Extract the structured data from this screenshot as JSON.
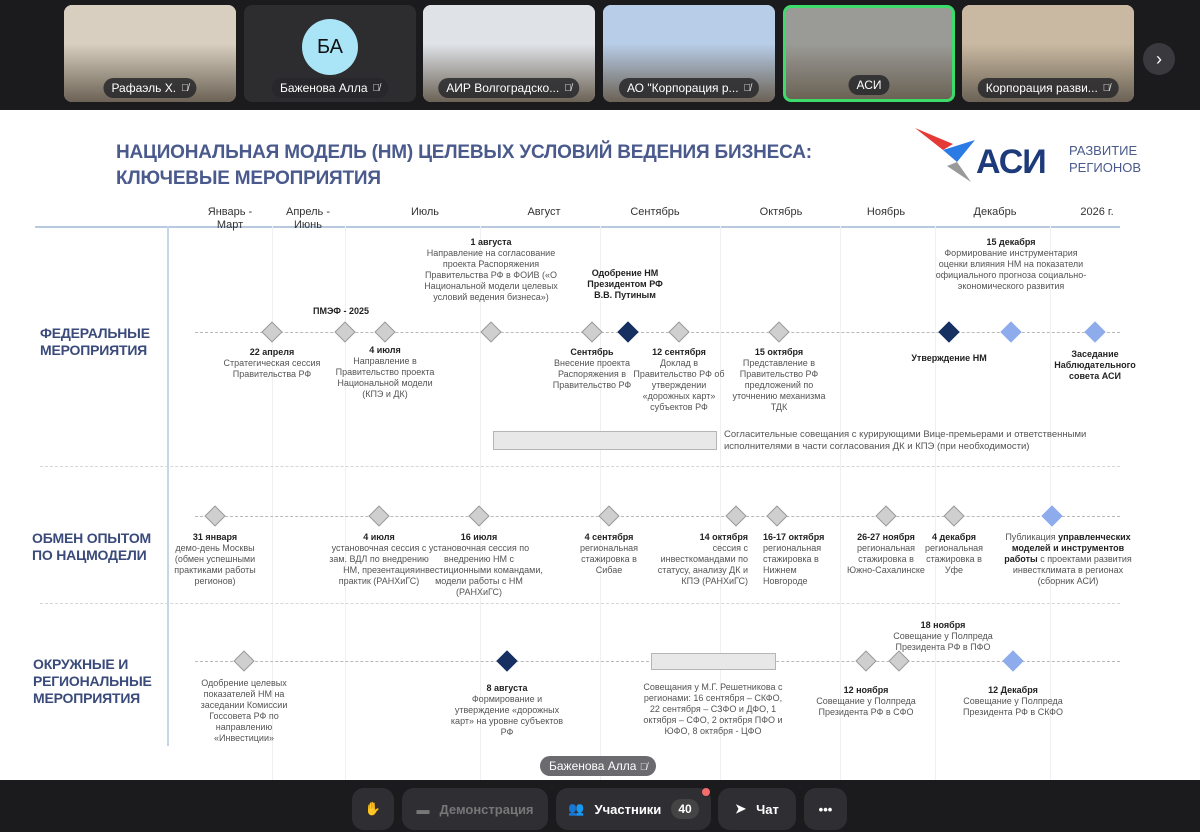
{
  "participants": [
    {
      "name": "Рафаэль Х.",
      "bg": "#d8cfc0"
    },
    {
      "name": "Баженова Алла",
      "initials": "БА",
      "bg": "#2d2d30"
    },
    {
      "name": "АИР Волгоградско...",
      "bg": "#dfe3e8"
    },
    {
      "name": "АО \"Корпорация р...",
      "bg": "#b8cde8"
    },
    {
      "name": "АСИ",
      "bg": "#9a9a96",
      "active": true
    },
    {
      "name": "Корпорация разви...",
      "bg": "#c9b9a2"
    }
  ],
  "next_icon": "chevron-right-icon",
  "slide": {
    "title_line1": "НАЦИОНАЛЬНАЯ МОДЕЛЬ (НМ) ЦЕЛЕВЫХ УСЛОВИЙ ВЕДЕНИЯ БИЗНЕСА:",
    "title_line2": "КЛЮЧЕВЫЕ МЕРОПРИЯТИЯ",
    "logo": {
      "name": "АСИ",
      "sub1": "РАЗВИТИЕ",
      "sub2": "РЕГИОНОВ"
    },
    "months": [
      "Январь -\nМарт",
      "Апрель -\nИюнь",
      "Июль",
      "Август",
      "Сентябрь",
      "Октябрь",
      "Ноябрь",
      "Декабрь",
      "2026 г."
    ],
    "rows": [
      "ФЕДЕРАЛЬНЫЕ\nМЕРОПРИЯТИЯ",
      "ОБМЕН ОПЫТОМ\nПО НАЦМОДЕЛИ",
      "ОКРУЖНЫЕ И\nРЕГИОНАЛЬНЫЕ\nМЕРОПРИЯТИЯ"
    ],
    "markers": [
      "gray",
      "gray",
      "gray",
      "gray",
      "gray",
      "dark",
      "gray",
      "gray",
      "dark",
      "light",
      "light",
      "gray",
      "gray",
      "gray",
      "gray",
      "gray",
      "gray",
      "gray",
      "gray",
      "light",
      "gray",
      "dark",
      "gray",
      "gray",
      "light"
    ],
    "events": [
      {
        "date": "",
        "text": "ПМЭФ - 2025",
        "bold": true
      },
      {
        "date": "1 августа",
        "text": "Направление на согласование проекта Распоряжения Правительства РФ в ФОИВ («О Национальной модели целевых условий ведения бизнеса»)"
      },
      {
        "date": "",
        "text": "Одобрение НМ Президентом РФ В.В. Путиным",
        "bold": true
      },
      {
        "date": "15 декабря",
        "text": "Формирование инструментария оценки влияния НМ на показатели официального прогноза социально-экономического развития"
      },
      {
        "date": "22 апреля",
        "text": "Стратегическая сессия Правительства РФ"
      },
      {
        "date": "4 июля",
        "text": "Направление в Правительство проекта Национальной модели (КПЭ и ДК)"
      },
      {
        "date": "Сентябрь",
        "text": "Внесение проекта Распоряжения в Правительство РФ"
      },
      {
        "date": "12 сентября",
        "text": "Доклад в Правительство РФ об утверждении «дорожных карт» субъектов РФ"
      },
      {
        "date": "15 октября",
        "text": "Представление в Правительство РФ предложений по уточнению механизма ТДК"
      },
      {
        "date": "",
        "text": "Утверждение НМ",
        "bold": true
      },
      {
        "date": "",
        "text": "Заседание Наблюдательного совета АСИ",
        "bold": true
      },
      {
        "date": "31 января",
        "text": "демо-день Москвы (обмен успешными практиками работы регионов)"
      },
      {
        "date": "4 июля",
        "text": "установочная сессия с зам. ВДЛ по внедрению НМ, презентация практик (РАНХиГС)"
      },
      {
        "date": "16 июля",
        "text": "установочная сессия по внедрению НМ с инвестиционными командами, модели работы с НМ (РАНХиГС)"
      },
      {
        "date": "4 сентября",
        "text": "региональная стажировка в Сибае"
      },
      {
        "date": "14 октября",
        "text": "сессия с инвесткомандами по статусу, анализу ДК и КПЭ (РАНХиГС)"
      },
      {
        "date": "16-17 октября",
        "text": "региональная стажировка в Нижнем Новгороде"
      },
      {
        "date": "26-27 ноября",
        "text": "региональная стажировка в Южно-Сахалинске"
      },
      {
        "date": "4 декабря",
        "text": "региональная стажировка в Уфе"
      },
      {
        "date": "",
        "parts": [
          {
            "t": "Публикация ",
            "b": false
          },
          {
            "t": "управленческих моделей и инструментов работы",
            "b": true
          },
          {
            "t": " с проектами развития инвестклимата в регионах (сборник АСИ)",
            "b": false
          }
        ]
      },
      {
        "date": "",
        "text": "Одобрение целевых показателей НМ на заседании Комиссии Госсовета РФ по направлению «Инвестиции»"
      },
      {
        "date": "8 августа",
        "text": "Формирование и утверждение «дорожных карт» на уровне субъектов РФ"
      },
      {
        "date": "",
        "text": "Совещания у М.Г. Решетникова с регионами: 16 сентября – СКФО, 22 сентября – СЗФО и ДФО, 1 октября – СФО, 2 октября ПФО и ЮФО, 8 октября - ЦФО"
      },
      {
        "date": "12 ноября",
        "text": "Совещание у Полпреда Президента РФ в СФО"
      },
      {
        "date": "18 ноября",
        "text": "Совещание у Полпреда Президента РФ в ПФО"
      },
      {
        "date": "12 Декабря",
        "text": "Совещание у Полпреда Президента РФ в СКФО"
      }
    ],
    "federal_bar_note": "Согласительные совещания с курирующими Вице-премьерами и ответственными исполнителями в части согласования ДК и КПЭ (при необходимости)"
  },
  "speaker_pill": "Баженова Алла",
  "toolbar": {
    "raise_hand_icon": "hand-icon",
    "demo": "Демонстрация",
    "participants": "Участники",
    "participants_count": "40",
    "chat": "Чат",
    "more_icon": "more-icon"
  }
}
